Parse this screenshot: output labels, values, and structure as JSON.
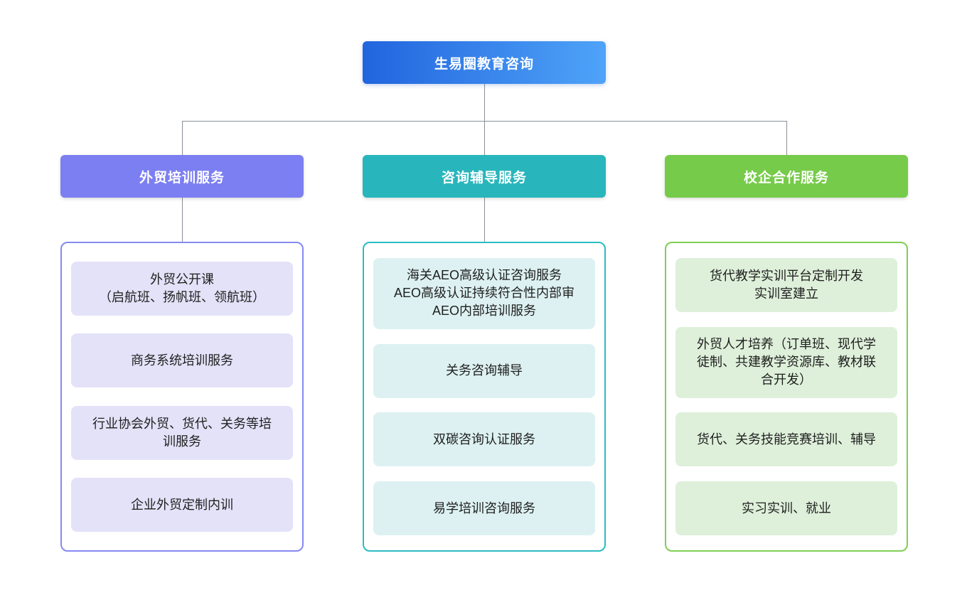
{
  "root": {
    "label": "生易圈教育咨询"
  },
  "colors": {
    "root_gradient_start": "#2165de",
    "root_gradient_end": "#4fa3f8",
    "connector": "#8a9096",
    "text": "#1f1f1f"
  },
  "columns": [
    {
      "id": "trade-training",
      "label": "外贸培训服务",
      "header_color": "#7c7ff1",
      "border_color": "#8689f2",
      "item_bg": "#e4e2f8",
      "has_connector_to_children": true,
      "items": [
        {
          "lines": [
            "外贸公开课",
            "（启航班、扬帆班、领航班）"
          ]
        },
        {
          "lines": [
            "商务系统培训服务"
          ]
        },
        {
          "lines": [
            "行业协会外贸、货代、关务等培",
            "训服务"
          ]
        },
        {
          "lines": [
            "企业外贸定制内训"
          ]
        }
      ]
    },
    {
      "id": "consulting-coaching",
      "label": "咨询辅导服务",
      "header_color": "#28b6bc",
      "border_color": "#2bbcc2",
      "item_bg": "#ddf1f2",
      "has_connector_to_children": true,
      "items": [
        {
          "lines": [
            "海关AEO高级认证咨询服务",
            "AEO高级认证持续符合性内部审",
            "AEO内部培训服务"
          ]
        },
        {
          "lines": [
            "关务咨询辅导"
          ]
        },
        {
          "lines": [
            "双碳咨询认证服务"
          ]
        },
        {
          "lines": [
            "易学培训咨询服务"
          ]
        }
      ]
    },
    {
      "id": "school-enterprise",
      "label": "校企合作服务",
      "header_color": "#77cb4a",
      "border_color": "#7fce55",
      "item_bg": "#def0da",
      "has_connector_to_children": false,
      "items": [
        {
          "lines": [
            "货代教学实训平台定制开发",
            "实训室建立"
          ]
        },
        {
          "lines": [
            "外贸人才培养（订单班、现代学",
            "徒制、共建教学资源库、教材联",
            "合开发）"
          ]
        },
        {
          "lines": [
            "货代、关务技能竞赛培训、辅导"
          ]
        },
        {
          "lines": [
            "实习实训、就业"
          ]
        }
      ]
    }
  ]
}
